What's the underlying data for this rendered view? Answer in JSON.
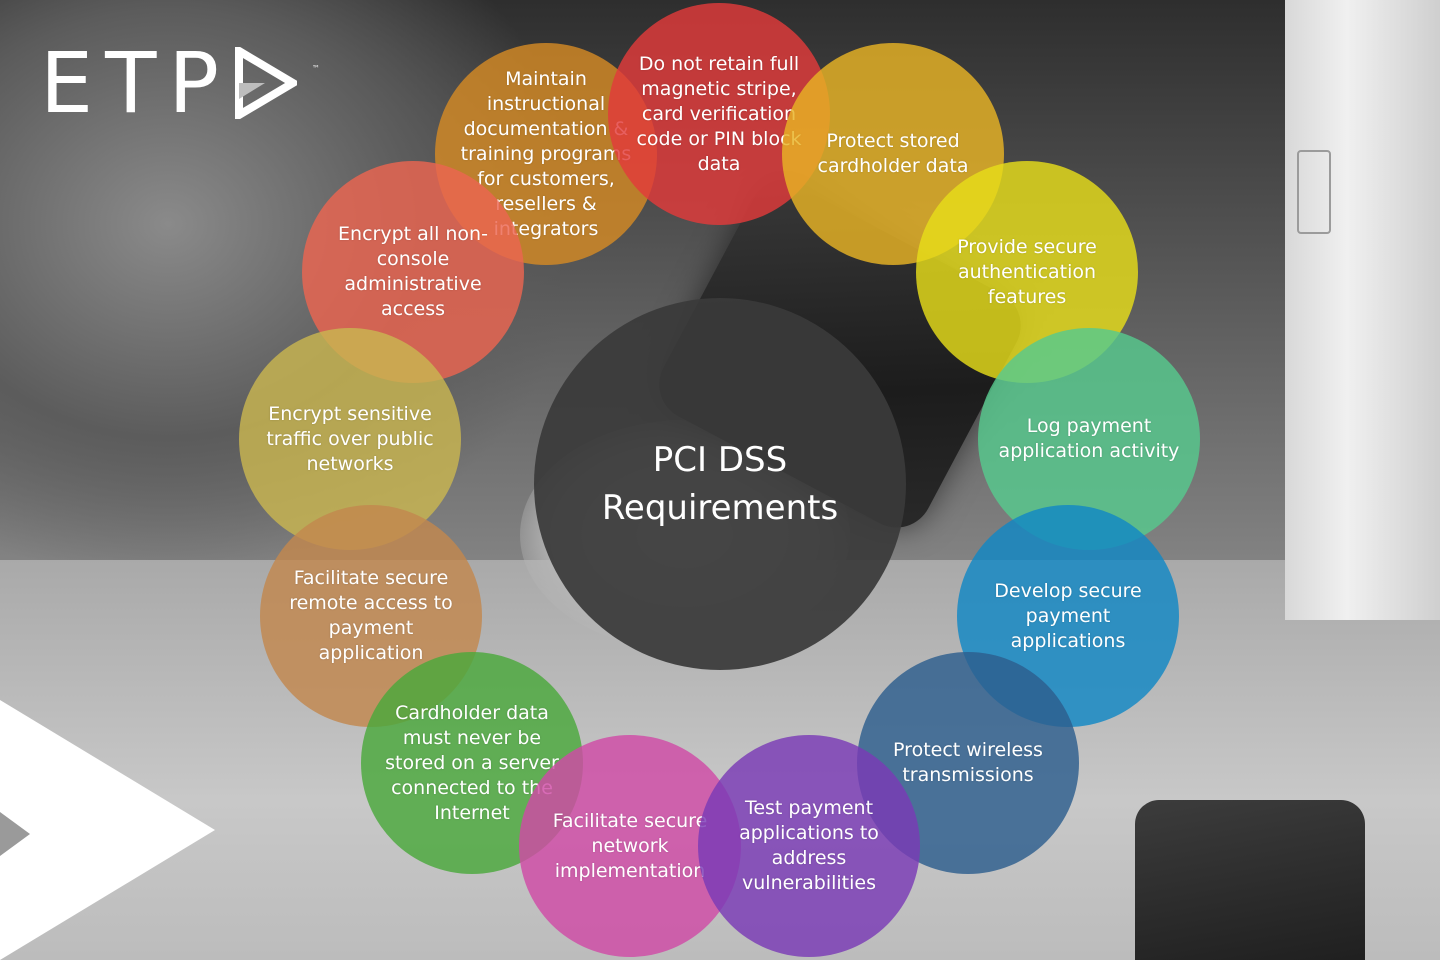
{
  "logo": {
    "text": "ETP",
    "trademark": "™"
  },
  "diagram": {
    "center_title": "PCI DSS Requirements",
    "requirements": [
      {
        "label": "Do not retain full magnetic stripe, card verification code or PIN block data",
        "color": "#e23a3a"
      },
      {
        "label": "Protect stored cardholder data",
        "color": "#e8b324"
      },
      {
        "label": "Provide secure authentication features",
        "color": "#e6dd1a"
      },
      {
        "label": "Log payment application activity",
        "color": "#57c98e"
      },
      {
        "label": "Develop secure payment applications",
        "color": "#1187c4"
      },
      {
        "label": "Protect wireless transmissions",
        "color": "#2d5e8e"
      },
      {
        "label": "Test payment applications to address vulnerabilities",
        "color": "#7a3ab6"
      },
      {
        "label": "Facilitate secure network implementation",
        "color": "#d04aa6"
      },
      {
        "label": "Cardholder data must never be stored on a server connected to the Internet",
        "color": "#4aa83c"
      },
      {
        "label": "Facilitate secure remote access to payment application",
        "color": "#c2874e"
      },
      {
        "label": "Encrypt sensitive traffic over public networks",
        "color": "#c9b651"
      },
      {
        "label": "Encrypt all non-console administrative access",
        "color": "#ec6551"
      },
      {
        "label": "Maintain instructional documentation & training programs for customers, resellers & integrators",
        "color": "#d48a25"
      }
    ]
  }
}
